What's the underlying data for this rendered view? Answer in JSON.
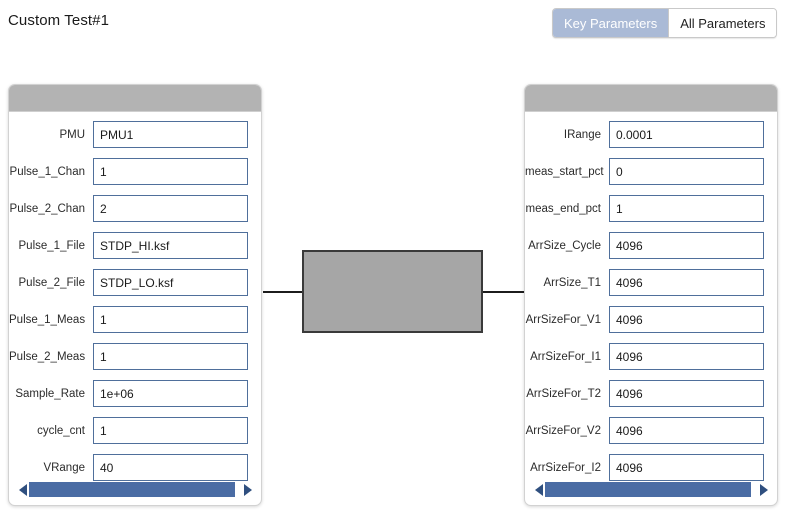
{
  "header": {
    "title": "Custom Test#1",
    "toggle": {
      "key_parameters_label": "Key Parameters",
      "all_parameters_label": "All Parameters",
      "active": "Key Parameters",
      "active_bg": "#aabad6",
      "active_fg": "#ffffff",
      "inactive_bg": "#ffffff",
      "inactive_fg": "#222222"
    }
  },
  "left_panel": {
    "rows": [
      {
        "label": "PMU",
        "value": "PMU1"
      },
      {
        "label": "Pulse_1_Chan",
        "value": "1"
      },
      {
        "label": "Pulse_2_Chan",
        "value": "2"
      },
      {
        "label": "Pulse_1_File",
        "value": "STDP_HI.ksf"
      },
      {
        "label": "Pulse_2_File",
        "value": "STDP_LO.ksf"
      },
      {
        "label": "Pulse_1_Meas",
        "value": "1"
      },
      {
        "label": "Pulse_2_Meas",
        "value": "1"
      },
      {
        "label": "Sample_Rate",
        "value": "1e+06"
      },
      {
        "label": "cycle_cnt",
        "value": "1"
      },
      {
        "label": "VRange",
        "value": "40"
      }
    ],
    "scrollbar": {
      "left_arrow": "left-triangle-icon",
      "right_arrow": "right-triangle-icon",
      "thumb_color": "#4a6ca4",
      "thumb_width_pct": "97%"
    }
  },
  "right_panel": {
    "rows": [
      {
        "label": "IRange",
        "value": "0.0001"
      },
      {
        "label": "meas_start_pct",
        "value": "0"
      },
      {
        "label": "meas_end_pct",
        "value": "1"
      },
      {
        "label": "ArrSize_Cycle",
        "value": "4096"
      },
      {
        "label": "ArrSize_T1",
        "value": "4096"
      },
      {
        "label": "ArrSizeFor_V1",
        "value": "4096"
      },
      {
        "label": "ArrSizeFor_I1",
        "value": "4096"
      },
      {
        "label": "ArrSizeFor_T2",
        "value": "4096"
      },
      {
        "label": "ArrSizeFor_V2",
        "value": "4096"
      },
      {
        "label": "ArrSizeFor_I2",
        "value": "4096"
      }
    ],
    "scrollbar": {
      "left_arrow": "left-triangle-icon",
      "right_arrow": "right-triangle-icon",
      "thumb_color": "#4a6ca4",
      "thumb_width_pct": "97%"
    }
  },
  "diagram": {
    "device_fill": "#a6a6a6",
    "device_border": "#3a3a3a",
    "lead_color": "#1c1c1c"
  }
}
